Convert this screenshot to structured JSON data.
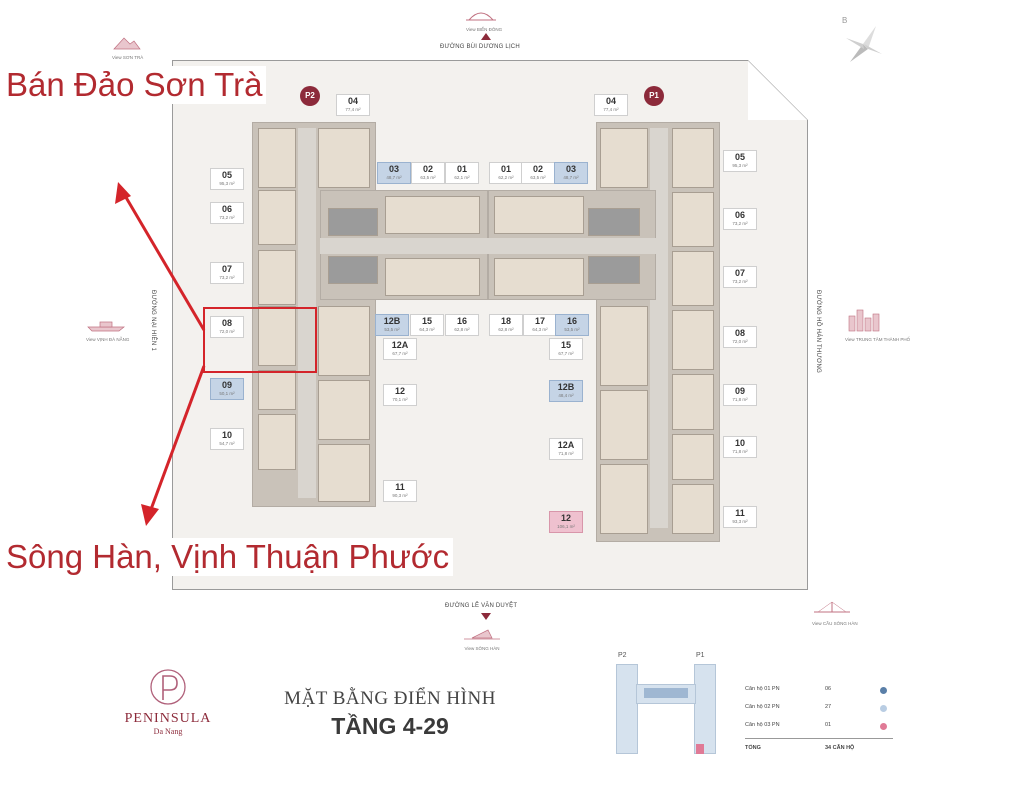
{
  "streets": {
    "top": "ĐƯỜNG BÙI DƯƠNG LỊCH",
    "bottom": "ĐƯỜNG LÊ VĂN DUYỆT",
    "left": "ĐƯỜNG NẠI HIÊN 1",
    "right": "ĐƯỜNG HỒ HÁN THƯƠNG"
  },
  "views": {
    "top": "View BIỂN ĐÔNG",
    "top_left": "View SƠN TRÀ",
    "left": "View VỊNH ĐÀ NẴNG",
    "right": "View TRUNG TÂM THÀNH PHỐ",
    "bottom": "View SÔNG HÀN",
    "bottom_right": "View CẦU SÔNG HÀN"
  },
  "compass_letter": "B",
  "overlay": {
    "top": "Bán Đảo Sơn Trà",
    "bottom": "Sông Hàn, Vịnh Thuận Phước"
  },
  "pins": {
    "p1": "P1",
    "p2": "P2"
  },
  "units": [
    {
      "n": "04",
      "a": "77,4 m²",
      "style": "white"
    },
    {
      "n": "05",
      "a": "95,3 m²",
      "style": "white"
    },
    {
      "n": "06",
      "a": "73,2 m²",
      "style": "white"
    },
    {
      "n": "07",
      "a": "73,2 m²",
      "style": "white"
    },
    {
      "n": "08",
      "a": "72,0 m²",
      "style": "white"
    },
    {
      "n": "09",
      "a": "50,1 m²",
      "style": "blue"
    },
    {
      "n": "10",
      "a": "54,7 m²",
      "style": "white"
    },
    {
      "n": "03",
      "a": "48,7 m²",
      "style": "blue"
    },
    {
      "n": "02",
      "a": "63,5 m²",
      "style": "white"
    },
    {
      "n": "01",
      "a": "62,1 m²",
      "style": "white"
    },
    {
      "n": "12B",
      "a": "53,5 m²",
      "style": "blue"
    },
    {
      "n": "15",
      "a": "64,3 m²",
      "style": "white"
    },
    {
      "n": "16",
      "a": "62,8 m²",
      "style": "white"
    },
    {
      "n": "12A",
      "a": "67,7 m²",
      "style": "white"
    },
    {
      "n": "12",
      "a": "70,1 m²",
      "style": "white"
    },
    {
      "n": "11",
      "a": "90,3 m²",
      "style": "white"
    },
    {
      "n": "01",
      "a": "62,2 m²",
      "style": "white"
    },
    {
      "n": "02",
      "a": "63,5 m²",
      "style": "white"
    },
    {
      "n": "03",
      "a": "48,7 m²",
      "style": "blue"
    },
    {
      "n": "18",
      "a": "62,8 m²",
      "style": "white"
    },
    {
      "n": "17",
      "a": "64,3 m²",
      "style": "white"
    },
    {
      "n": "16",
      "a": "53,5 m²",
      "style": "blue"
    },
    {
      "n": "15",
      "a": "67,7 m²",
      "style": "white"
    },
    {
      "n": "12B",
      "a": "48,4 m²",
      "style": "blue"
    },
    {
      "n": "12A",
      "a": "71,8 m²",
      "style": "white"
    },
    {
      "n": "12",
      "a": "106,1 m²",
      "style": "pink"
    },
    {
      "n": "04",
      "a": "77,4 m²",
      "style": "white"
    },
    {
      "n": "05",
      "a": "95,3 m²",
      "style": "white"
    },
    {
      "n": "06",
      "a": "73,2 m²",
      "style": "white"
    },
    {
      "n": "07",
      "a": "73,2 m²",
      "style": "white"
    },
    {
      "n": "08",
      "a": "72,0 m²",
      "style": "white"
    },
    {
      "n": "09",
      "a": "71,8 m²",
      "style": "white"
    },
    {
      "n": "10",
      "a": "71,8 m²",
      "style": "white"
    },
    {
      "n": "11",
      "a": "93,3 m²",
      "style": "white"
    }
  ],
  "brand": {
    "name": "PENINSULA",
    "sub": "Da Nang"
  },
  "title": {
    "line1": "MẶT BẰNG ĐIỂN HÌNH",
    "line2": "TẦNG 4-29"
  },
  "minimap": {
    "p2": "P2",
    "p1": "P1"
  },
  "legend": [
    {
      "label": "Căn hộ 01 PN",
      "count": "06",
      "color": "#5a7fa8"
    },
    {
      "label": "Căn hộ 02 PN",
      "count": "27",
      "color": "#b9cde3"
    },
    {
      "label": "Căn hộ 03 PN",
      "count": "01",
      "color": "#e07a96"
    }
  ],
  "legend_total": {
    "label": "TỔNG",
    "value": "34 CĂN HỘ"
  }
}
